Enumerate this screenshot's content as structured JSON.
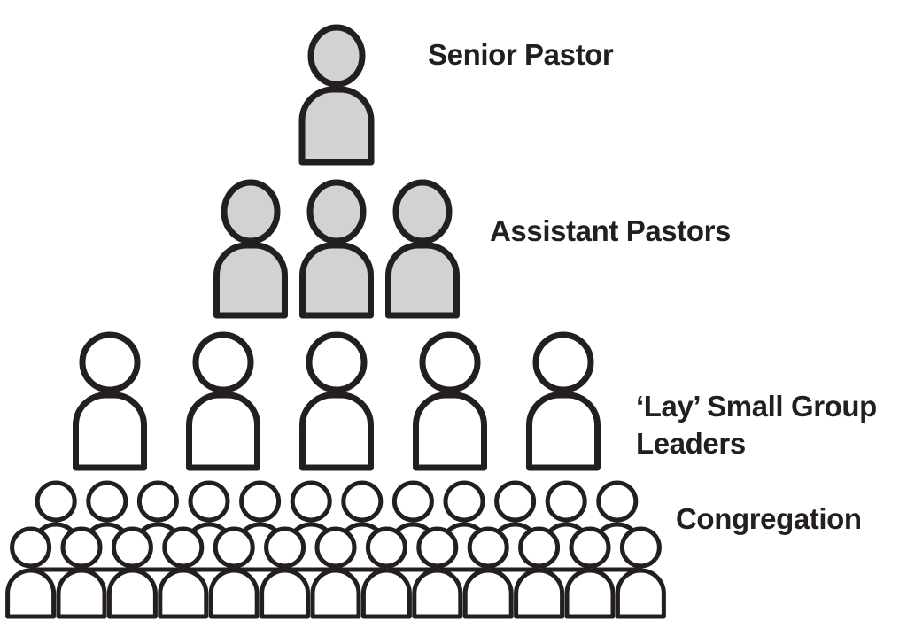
{
  "colors": {
    "outline": "#231f20",
    "leader_fill": "#d2d2d2",
    "member_fill": "#ffffff",
    "background": "#ffffff",
    "text": "#231f20"
  },
  "levels": [
    {
      "id": "senior-pastor",
      "label": "Senior Pastor",
      "count": 1,
      "filled": true
    },
    {
      "id": "assistant-pastors",
      "label": "Assistant Pastors",
      "count": 3,
      "filled": true
    },
    {
      "id": "lay-small-group-leaders",
      "label": "‘Lay’ Small Group Leaders",
      "label_lines": [
        "‘Lay’ Small Group",
        "Leaders"
      ],
      "count": 5,
      "filled": false
    },
    {
      "id": "congregation",
      "label": "Congregation",
      "count": 25,
      "back_row_count": 12,
      "front_row_count": 13,
      "filled": false
    }
  ]
}
